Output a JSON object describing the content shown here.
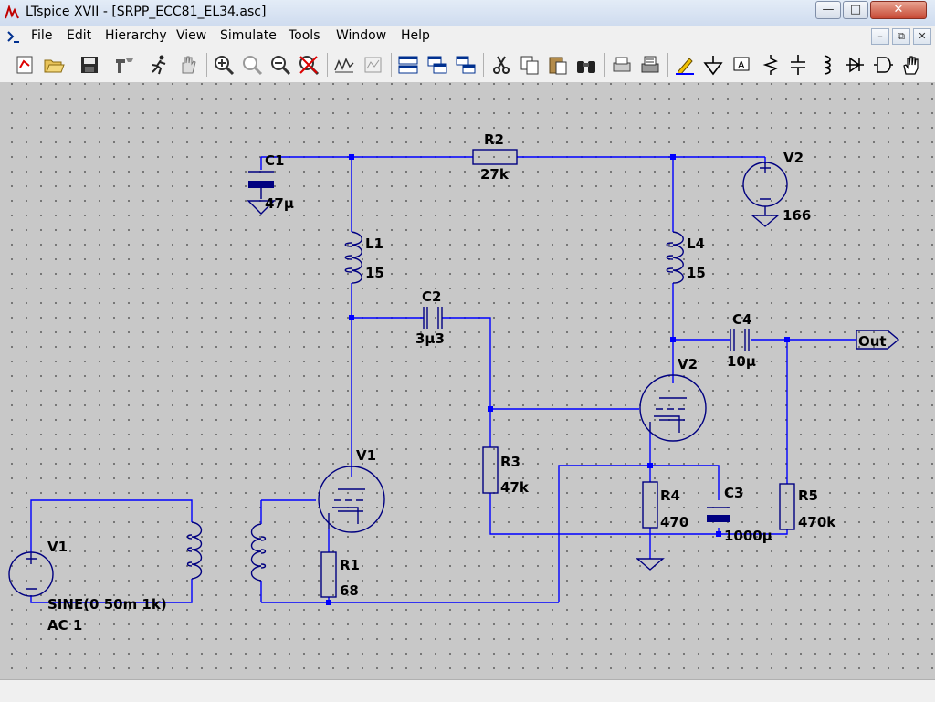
{
  "window": {
    "title": "LTspice XVII - [SRPP_ECC81_EL34.asc]"
  },
  "menu": [
    "File",
    "Edit",
    "Hierarchy",
    "View",
    "Simulate",
    "Tools",
    "Window",
    "Help"
  ],
  "toolbar_icons": [
    "new-schematic-icon",
    "open-icon",
    "save-icon",
    "control-panel-icon",
    "run-icon",
    "halt-icon",
    "zoom-in-icon",
    "pan-icon",
    "zoom-out-icon",
    "zoom-cancel-icon",
    "autorange-icon",
    "plot-icon",
    "tile-horizontal-icon",
    "tile-vertical-icon",
    "cascade-icon",
    "cut-icon",
    "copy-icon",
    "paste-icon",
    "find-icon",
    "print-setup-icon",
    "print-icon",
    "draw-wire-icon",
    "ground-icon",
    "label-net-icon",
    "resistor-icon",
    "capacitor-icon",
    "inductor-icon",
    "diode-icon",
    "component-icon",
    "move-hand-icon"
  ],
  "schematic": {
    "components": {
      "C1": {
        "name": "C1",
        "value": "47µ"
      },
      "R2": {
        "name": "R2",
        "value": "27k"
      },
      "V2src": {
        "name": "V2",
        "value": "166"
      },
      "L1": {
        "name": "L1",
        "value": "15"
      },
      "L4": {
        "name": "L4",
        "value": "15"
      },
      "C2": {
        "name": "C2",
        "value": "3µ3"
      },
      "C4": {
        "name": "C4",
        "value": "10µ"
      },
      "V2tube": {
        "name": "V2"
      },
      "V1tube": {
        "name": "V1"
      },
      "R3": {
        "name": "R3",
        "value": "47k"
      },
      "R4": {
        "name": "R4",
        "value": "470"
      },
      "C3": {
        "name": "C3",
        "value": "1000µ"
      },
      "R5": {
        "name": "R5",
        "value": "470k"
      },
      "R1": {
        "name": "R1",
        "value": "68"
      },
      "V1src": {
        "name": "V1",
        "value": "SINE(0 50m 1k)",
        "value2": "AC 1"
      }
    },
    "netlabel_out": "Out"
  },
  "colors": {
    "wire": "#0000ff",
    "component": "#000080",
    "canvas": "#c8c8c8"
  }
}
